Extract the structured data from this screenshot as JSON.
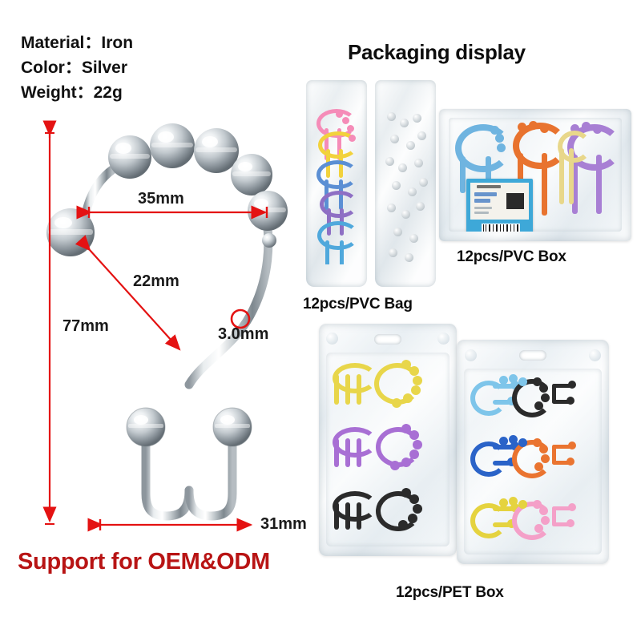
{
  "specs": {
    "material": "Material：Iron",
    "color": "Color：Silver",
    "weight": "Weight：22g"
  },
  "headings": {
    "packaging_display": "Packaging display",
    "oem": "Support for OEM&ODM"
  },
  "dimensions": {
    "width_top": "35mm",
    "diagonal": "22mm",
    "height": "77mm",
    "wire_thickness": "3.0mm",
    "width_bottom": "31mm"
  },
  "packaging": [
    {
      "id": "pvc-bag",
      "label": "12pcs/PVC Bag"
    },
    {
      "id": "pvc-box",
      "label": "12pcs/PVC Box"
    },
    {
      "id": "pet-box",
      "label": "12pcs/PET Box"
    }
  ],
  "colors": {
    "accent_red": "#e41212",
    "oem_red": "#b81414",
    "text_dark": "#111111",
    "chrome_light": "#f2f4f6",
    "chrome_mid": "#b9c0c6",
    "chrome_dark": "#6c757d"
  },
  "hook_colors": {
    "pvc_bag_left": [
      "#f58cb8",
      "#f2d23c",
      "#4fa8dc",
      "#8e6fc4",
      "#5b8fd4"
    ],
    "pvc_bag_right": [
      "#cfd6da"
    ],
    "pvc_box": [
      "#6fb4e0",
      "#e8732f",
      "#a87fd4",
      "#e8d78a"
    ],
    "pet_left": [
      "#e8d64a",
      "#a86fd4",
      "#2b2b2b"
    ],
    "pet_right": [
      "#7ec5ea",
      "#2b2b2b",
      "#2a63c8",
      "#ea7430",
      "#e5d33f",
      "#f4a0c8"
    ]
  }
}
